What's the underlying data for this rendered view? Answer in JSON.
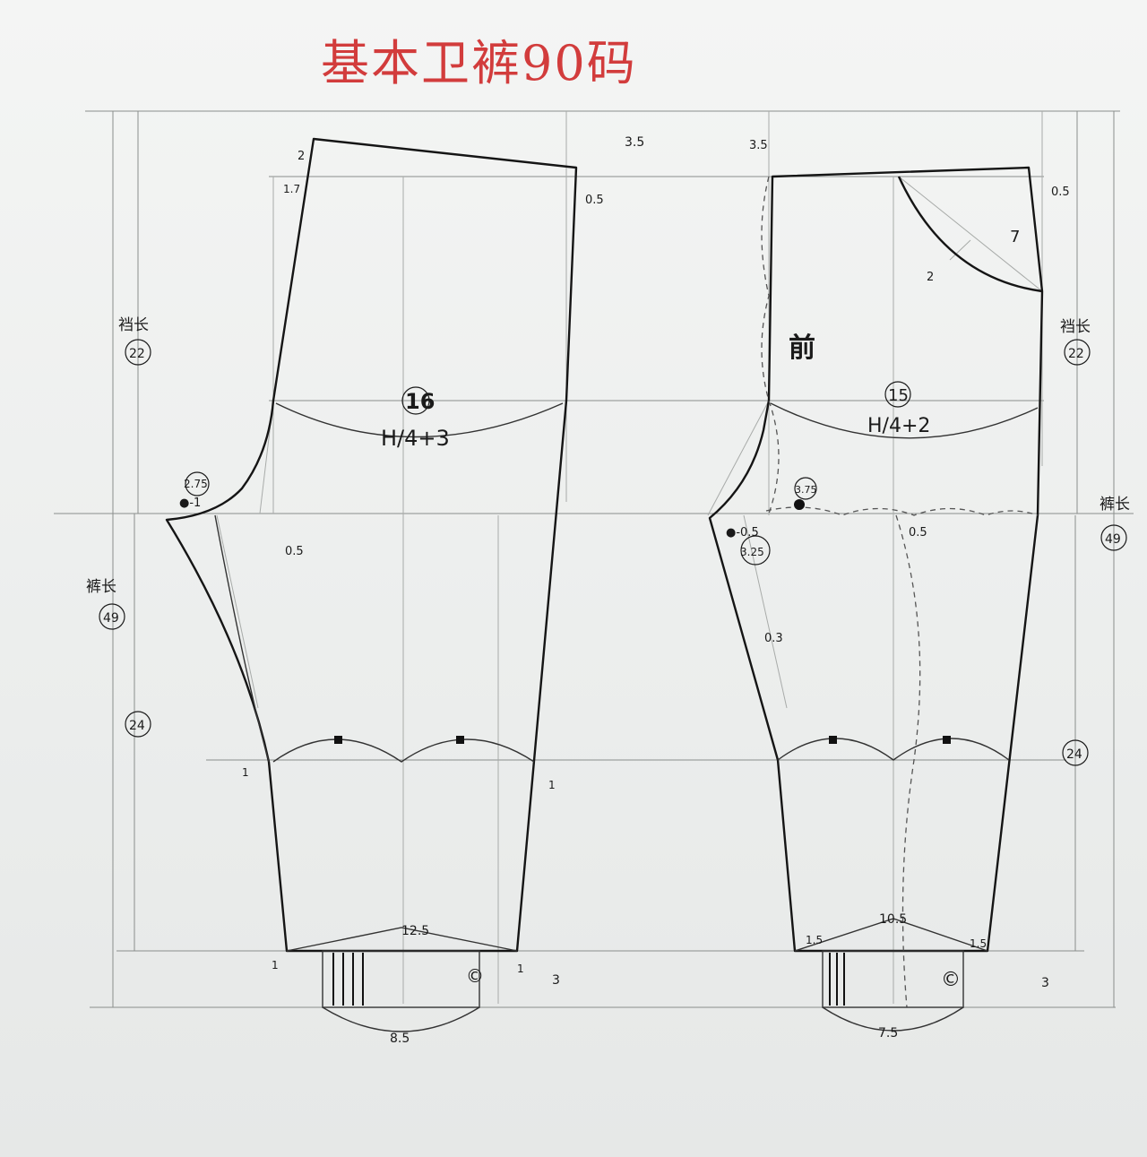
{
  "title": "基本卫裤90码",
  "back_panel": {
    "crotch_depth_label": "裆长",
    "crotch_depth": "22",
    "inseam_label": "裤长",
    "inseam": "49",
    "knee_length": "24",
    "hip_number": "16",
    "hip_formula": "H/4+3",
    "waist_raise": "2",
    "waist_in": "1.7",
    "side_out_top": "0.5",
    "crotch_ext": "2.75",
    "crotch_minus": "●-1",
    "crotch_drop": "0.5",
    "knee_in_left": "1",
    "knee_in_right": "1",
    "hem_width": "12.5",
    "hem_left": "1",
    "hem_right": "1",
    "cuff_width": "8.5",
    "cuff_height": "3"
  },
  "front_panel": {
    "panel_label": "前",
    "hip_number": "15",
    "hip_formula": "H/4+2",
    "waist_drop": "3.5",
    "side_out_top": "0.5",
    "pocket_depth": "7",
    "pocket_curve": "2",
    "crotch_depth_label": "裆长",
    "crotch_depth": "22",
    "inseam_label": "裤长",
    "inseam": "49",
    "knee_length": "24",
    "crotch_ext": "3.25",
    "crotch_minus": "●-0.5",
    "crotch_mark": "3.75",
    "crease_out": "0.5",
    "inseam_curve": "0.3",
    "hem_width": "10.5",
    "hem_left": "1.5",
    "hem_right": "1.5",
    "cuff_width": "7.5",
    "cuff_height": "3"
  },
  "top_offset": "3.5"
}
